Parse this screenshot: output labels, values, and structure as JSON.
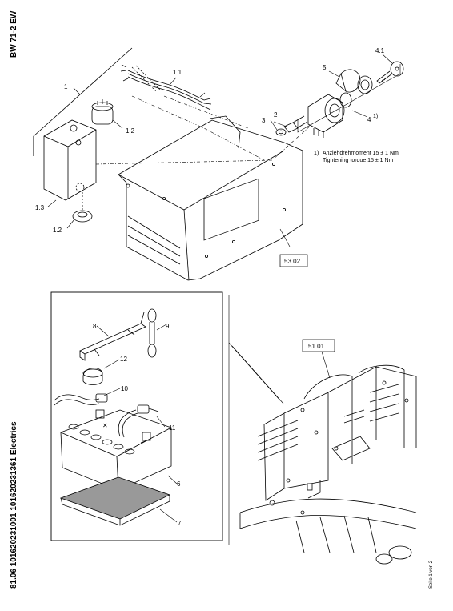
{
  "header": {
    "title": "BW 71-2 EW",
    "subtitle": "81.06 101620231001 101620231361 Electrics",
    "page": "Seite 1 von 2"
  },
  "callouts": {
    "c1": "1",
    "c1_1": "1.1",
    "c1_2a": "1.2",
    "c1_2b": "1.2",
    "c1_3": "1.3",
    "c2": "2",
    "c3": "3",
    "c4": "4",
    "c4_sup": "1)",
    "c4_1": "4.1",
    "c5": "5",
    "c6": "6",
    "c7": "7",
    "c8": "8",
    "c9": "9",
    "c10": "10",
    "c11": "11",
    "c12": "12"
  },
  "torque_note": {
    "marker": "1)",
    "line_de": "Anziehdrehmoment 15 ± 1 Nm",
    "line_en": "Tightening torque 15 ± 1 Nm"
  },
  "references": {
    "ref_upper": "53.02",
    "ref_lower": "51.01"
  }
}
